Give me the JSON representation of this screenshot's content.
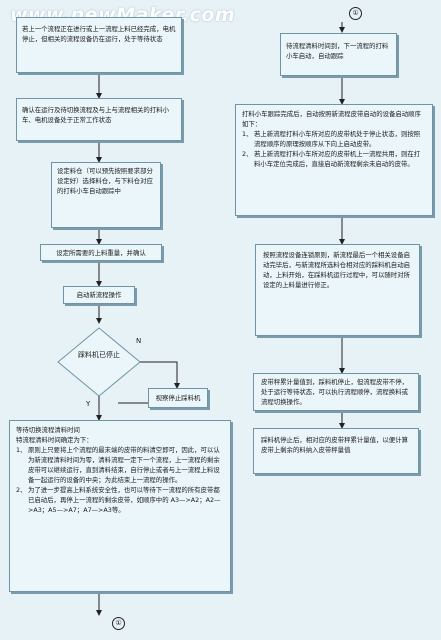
{
  "watermark": "www.newMaker.com",
  "connector_mark": "①",
  "left_column": {
    "box1": "若上一个流程正在进行或上一流程上料已经完成，电机停止，但相关的流程设备仍在运行，处于等待状态",
    "box2": "确认在运行及待切换流程及与上与流程相关的打料小车、电机设备处于正常工作状态",
    "box3": "设定料仓（可以预先按照要求部分设定好）选择料仓，与下料仓对应的打料小车自动跟踪中",
    "box4": "设定所需要的上料重量，并确认",
    "box5": "启动新流程操作",
    "decision": "踩料机已停止",
    "decision_no": "N",
    "decision_yes": "Y",
    "side_box": "视察停止踩料机",
    "box6_title": "等待切换流程清料时间",
    "box6_sub": "特流程清料时间确定为下：",
    "box6_items": [
      {
        "n": "1、",
        "t": "原则上只要将上个流程的最末端的皮带的料清空即可，因此，可以认为新流程清料时间为零，清料流程一定下一个流程，上一流程的剩余皮带可以继续运行，直到清料结束，自行停止或者与上一流程上料设备一起运行的设备的中央；为此结束上一流程的操作。"
      },
      {
        "n": "2、",
        "t": "为了进一步提高上料系统安全性，也可以等待下一流程的所有皮带都已启动后，再停上一流程的剩余皮带，如顺序中的 A3—>A2；A2—>A3；A5—>A7；A7—>A3等。"
      }
    ]
  },
  "right_column": {
    "box1": "待流程清料时间到，下一流程的打料小车启动，自动跟踪",
    "box2_intro": "打料小车跟踪完成后，自动按照新流程皮带启动的设备启动顺序如下：",
    "box2_items": [
      {
        "n": "1、",
        "t": "若上新流程打料小车所对应的皮带机处于停止状态，则按照流程顺序的原理按顺序从下向上启动皮带。"
      },
      {
        "n": "2、",
        "t": "若上新流程打料小车所对应的皮带机上一流程共用，则在打料小车定位完成后，直接启动新流程剩余未启动的皮带。"
      }
    ],
    "box3": "按照流程设备连锁原则，新流程最后一个相关设备启动完毕后，与新流程所选料仓相对应的踩料机自动启动，上料开始，在踩料机运行过程中，可以随时对所设定的上料量进行修正。",
    "box4": "皮带秤累计量值到，踩料机停止，但流程皮带不停，处于运行等待状态，可以执行流程顺停，流程换料或流程切换操作。",
    "box5": "踩料机停止后，相对应的皮带秤累计量值，以便计算皮带上剩余的料纳入皮带秤量值"
  }
}
